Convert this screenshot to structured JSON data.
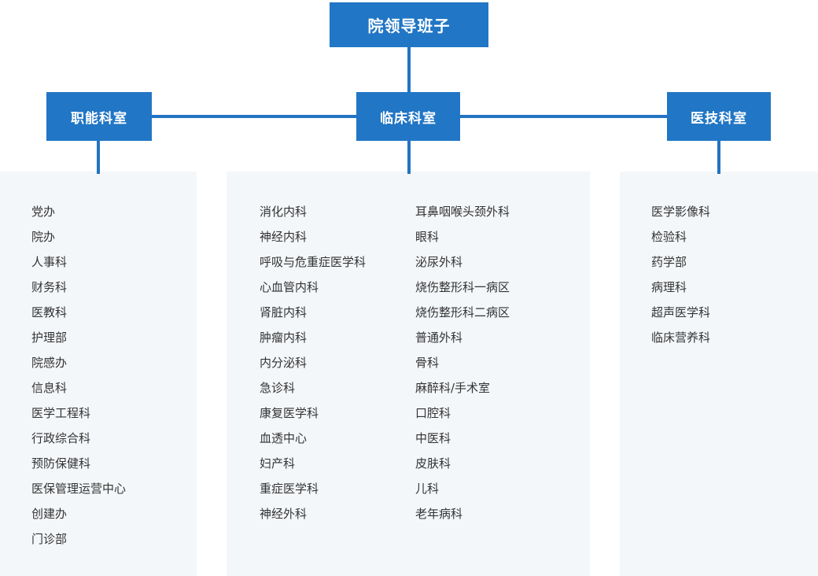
{
  "chart": {
    "root": {
      "label": "院领导班子"
    },
    "branches": [
      {
        "id": "functional",
        "label": "职能科室",
        "items": [
          "党办",
          "院办",
          "人事科",
          "财务科",
          "医教科",
          "护理部",
          "院感办",
          "信息科",
          "医学工程科",
          "行政综合科",
          "预防保健科",
          "医保管理运营中心",
          "创建办",
          "门诊部"
        ]
      },
      {
        "id": "clinical",
        "label": "临床科室",
        "columns": [
          [
            "消化内科",
            "神经内科",
            "呼吸与危重症医学科",
            "心血管内科",
            "肾脏内科",
            "肿瘤内科",
            "内分泌科",
            "急诊科",
            "康复医学科",
            "血透中心",
            "妇产科",
            "重症医学科",
            "神经外科"
          ],
          [
            "耳鼻咽喉头颈外科",
            "眼科",
            "泌尿外科",
            "烧伤整形科一病区",
            "烧伤整形科二病区",
            "普通外科",
            "骨科",
            "麻醉科/手术室",
            "口腔科",
            "中医科",
            "皮肤科",
            "儿科",
            "老年病科"
          ]
        ]
      },
      {
        "id": "medtech",
        "label": "医技科室",
        "items": [
          "医学影像科",
          "检验科",
          "药学部",
          "病理科",
          "超声医学科",
          "临床营养科"
        ]
      }
    ],
    "colors": {
      "node_bg": "#2176c5",
      "node_text": "#ffffff",
      "connector": "#2273c3",
      "panel_bg": "#f4f7fa",
      "item_text": "#333333"
    }
  }
}
